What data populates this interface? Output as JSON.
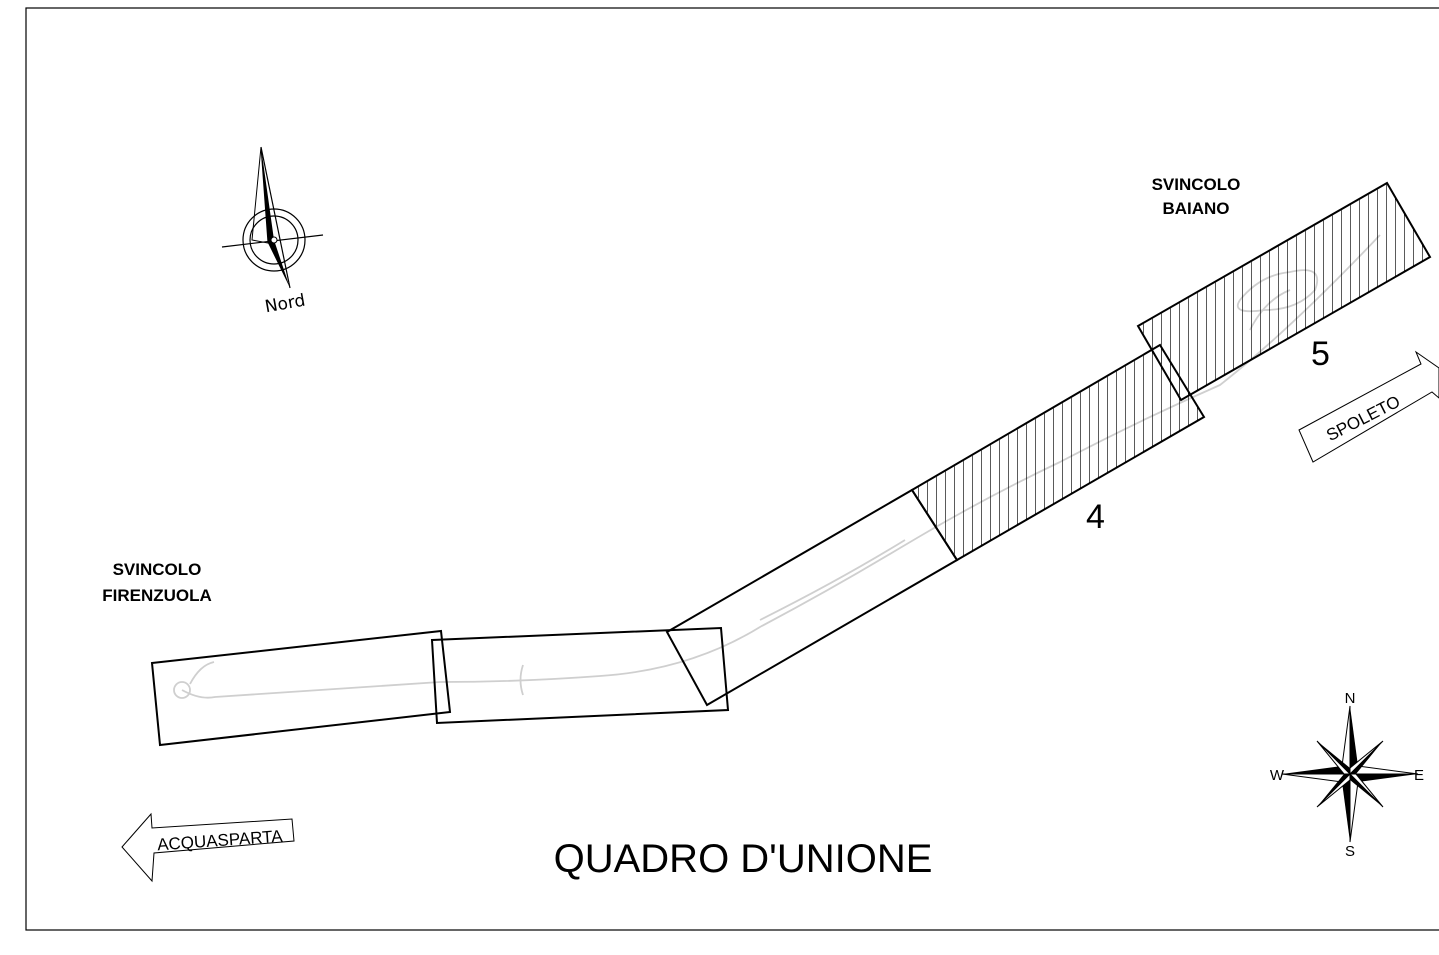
{
  "title": "QUADRO D'UNIONE",
  "junctions": {
    "baiano": {
      "line1": "SVINCOLO",
      "line2": "BAIANO"
    },
    "firenzuola": {
      "line1": "SVINCOLO",
      "line2": "FIRENZUOLA"
    }
  },
  "sheets": {
    "sheet_4": "4",
    "sheet_5": "5"
  },
  "directions": {
    "west": "ACQUASPARTA",
    "east": "SPOLETO"
  },
  "north_arrow": {
    "label": "Nord"
  },
  "compass_rose": {
    "n": "N",
    "s": "S",
    "e": "E",
    "w": "W"
  },
  "colors": {
    "ink": "#000000",
    "road_trace": "#cccccc",
    "background": "#ffffff"
  }
}
